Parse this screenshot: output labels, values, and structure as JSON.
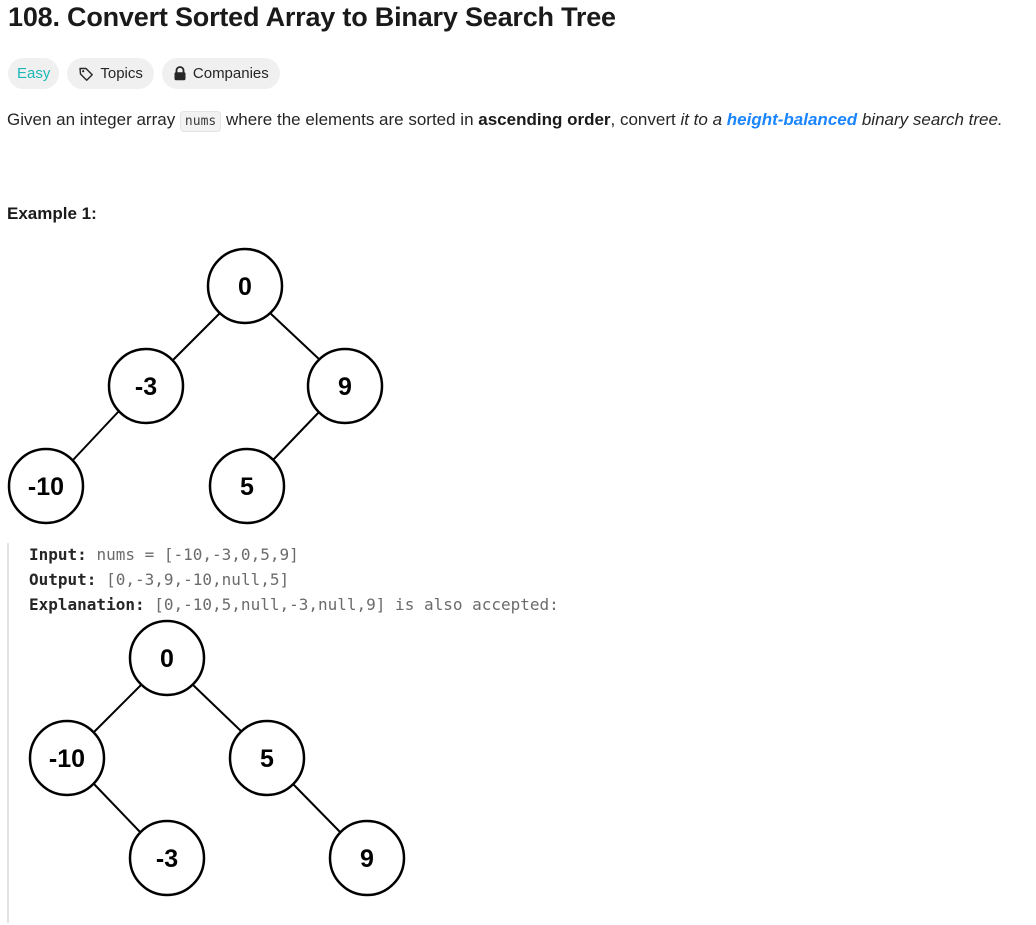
{
  "problem": {
    "title": "108. Convert Sorted Array to Binary Search Tree",
    "difficulty": "Easy",
    "topics_label": "Topics",
    "companies_label": "Companies"
  },
  "description": {
    "part1": "Given an integer array ",
    "code": "nums",
    "part2": " where the elements are sorted in ",
    "bold": "ascending order",
    "part3": ", convert ",
    "italic1": "it to a ",
    "link": "height-balanced",
    "italic2": " binary search tree."
  },
  "example": {
    "title": "Example 1:",
    "input_label": "Input:",
    "input_value": "nums = [-10,-3,0,5,9]",
    "output_label": "Output:",
    "output_value": "[0,-3,9,-10,null,5]",
    "explanation_label": "Explanation:",
    "explanation_value": "[0,-10,5,null,-3,null,9] is also accepted:"
  },
  "tree1": {
    "nodes": [
      "0",
      "-3",
      "9",
      "-10",
      "5"
    ]
  },
  "tree2": {
    "nodes": [
      "0",
      "-10",
      "5",
      "-3",
      "9"
    ]
  },
  "icons": {
    "topics": "tag-icon",
    "companies": "lock-icon"
  }
}
